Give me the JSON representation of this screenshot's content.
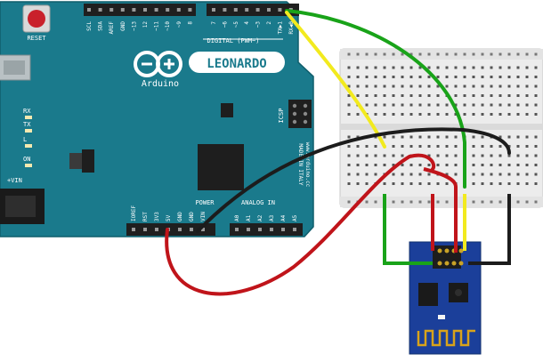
{
  "board": {
    "brand": "Arduino",
    "model": "LEONARDO",
    "reset": "RESET",
    "digital_label": "DIGITAL (PWM~)",
    "power_label": "POWER",
    "analog_label": "ANALOG IN",
    "icsp": "ICSP",
    "site": "www.arduino.cc",
    "made_in": "MADE IN ITALY",
    "rx": "RX",
    "tx": "TX",
    "l": "L",
    "on": "ON",
    "vin": "+VIN",
    "pins_top_left": [
      "SCL",
      "SDA",
      "AREF",
      "GND",
      "~13",
      "12",
      "~11",
      "~10",
      "~9",
      "8"
    ],
    "pins_top_right": [
      "7",
      "~6",
      "~5",
      "4",
      "~3",
      "2",
      "TX▶1",
      "RX◀0"
    ],
    "pins_power": [
      "IOREF",
      "RST",
      "3V3",
      "5V",
      "GND",
      "GND",
      "VIN"
    ],
    "pins_analog": [
      "A0",
      "A1",
      "A2",
      "A3",
      "A4",
      "A5"
    ]
  },
  "colors": {
    "board": "#1a7a8c",
    "wire_green": "#19a319",
    "wire_yellow": "#f2ea1e",
    "wire_red": "#c0141a",
    "wire_black": "#1c1c1c",
    "module": "#1b3f9a",
    "breadboard": "#eeeeee"
  }
}
